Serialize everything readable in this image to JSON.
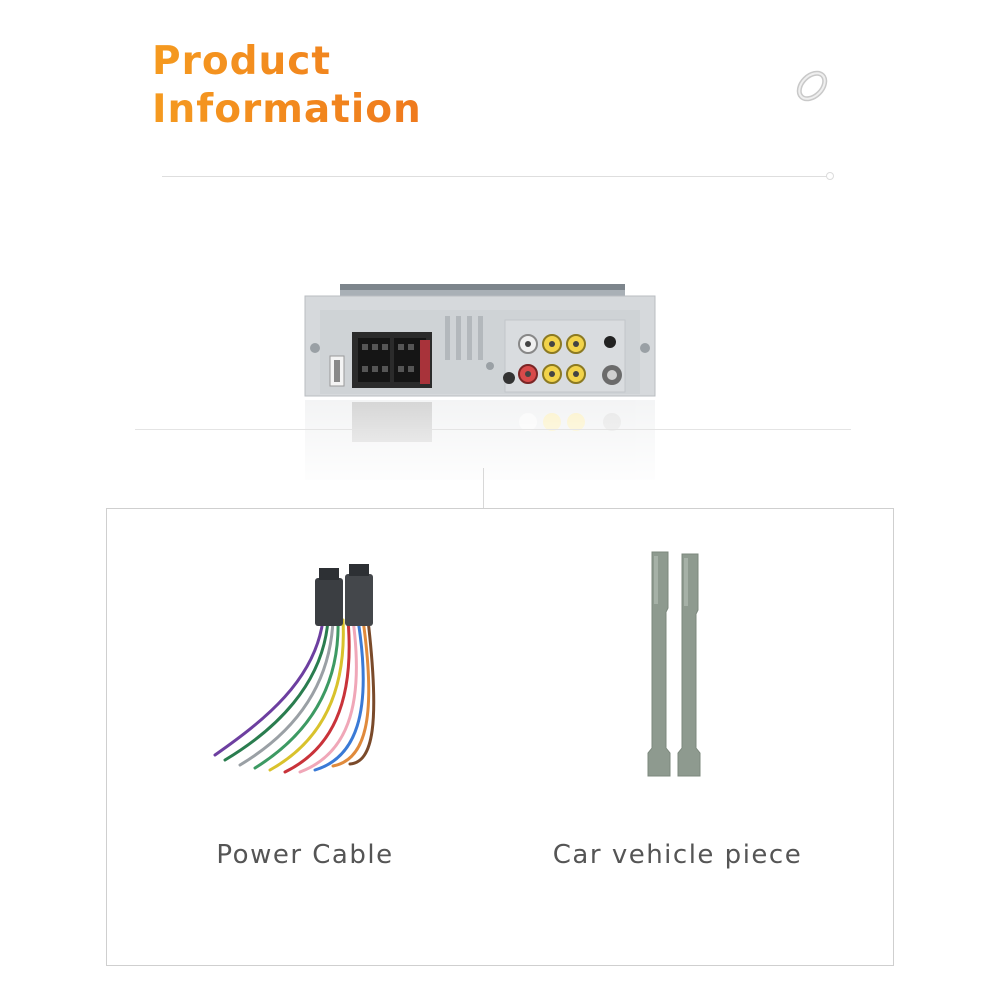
{
  "header": {
    "title_line1": "Product",
    "title_line2": "Information",
    "accent_color": "#f08a1e"
  },
  "items": [
    {
      "label": "Power Cable",
      "icon": "wire-harness-icon"
    },
    {
      "label": "Car vehicle piece",
      "icon": "removal-keys-icon"
    }
  ],
  "product_image": {
    "icon": "car-stereo-rear-panel-icon"
  }
}
